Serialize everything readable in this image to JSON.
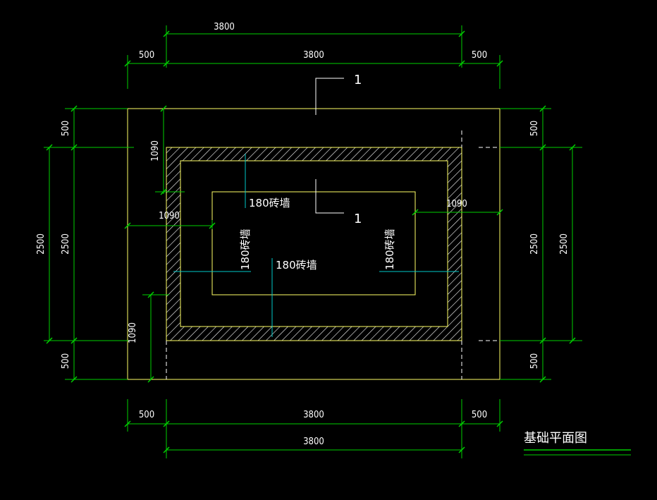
{
  "colors": {
    "background": "#000000",
    "dimension_line": "#00d000",
    "outline": "#ffff66",
    "leader": "#00c8c8",
    "text": "#ffffff"
  },
  "dimensions": {
    "top_overall": "3800",
    "top_left": "500",
    "top_mid": "3800",
    "top_right": "500",
    "bottom_left": "500",
    "bottom_mid": "3800",
    "bottom_right": "500",
    "bottom_overall": "3800",
    "left_top": "500",
    "left_mid": "2500",
    "left_overall": "2500",
    "left_bottom": "500",
    "right_top": "500",
    "right_mid": "2500",
    "right_overall": "2500",
    "right_bottom": "500",
    "d1090_top_left": "1090",
    "d1090_mid_left": "1090",
    "d1090_right": "1090",
    "d1090_bottom_left": "1090"
  },
  "section_mark": {
    "top": "1",
    "middle": "1"
  },
  "wall_labels": {
    "top": "180砖墙",
    "center": "180砖墙",
    "left": "180砖墙",
    "right": "180砖墙"
  },
  "title": "基础平面图"
}
